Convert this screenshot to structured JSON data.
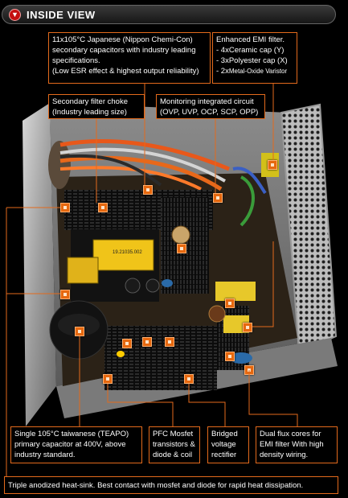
{
  "header": {
    "title": "INSIDE VIEW",
    "icon": "chevron-down-icon"
  },
  "callouts": {
    "nippon": {
      "lines": [
        "11x105°C Japanese (Nippon Chemi-Con)",
        "secondary capacitors with industry leading",
        "specifications.",
        "(Low ESR effect & highest output reliability)"
      ]
    },
    "emi": {
      "lines": [
        "Enhanced EMI filter.",
        "- 4xCeramic cap (Y)",
        "- 3xPolyester cap (X)"
      ],
      "varistor_prefix": "- 2x",
      "varistor_text": "Metal-Oxide Varistor"
    },
    "choke": {
      "lines": [
        "Secondary filter choke",
        "(Industry leading size)"
      ]
    },
    "monitor": {
      "lines": [
        "Monitoring integrated circuit",
        "(OVP, UVP, OCP, SCP, OPP)"
      ]
    },
    "teapo": {
      "lines": [
        "Single 105°C taiwanese (TEAPO)",
        "primary capacitor at 400V, above",
        "industry standard."
      ]
    },
    "pfc": {
      "lines": [
        "PFC Mosfet",
        "transistors &",
        "diode & coil"
      ]
    },
    "bridge": {
      "lines": [
        "Bridged",
        "voltage",
        "rectifier"
      ]
    },
    "flux": {
      "lines": [
        "Dual flux cores for",
        "EMI filter With high",
        "density wiring."
      ]
    },
    "heatsink": {
      "text": "Triple anodized heat-sink. Best contact with mosfet and diode for rapid heat dissipation."
    }
  },
  "pcb_labels": {
    "transformer": "19.21035.002"
  },
  "colors": {
    "accent": "#e36a1c",
    "marker": "#e6680f",
    "header_icon": "#c41010"
  }
}
